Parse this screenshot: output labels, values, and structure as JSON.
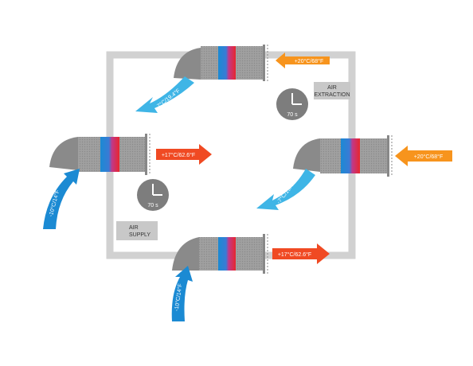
{
  "colors": {
    "duct": "#d1d1d1",
    "gray_dark": "#7d7d7d",
    "gray_mid": "#9a9a9a",
    "hot": "#f04a23",
    "warm": "#f7941d",
    "cold": "#1b8ad3",
    "cool": "#3fb5e6",
    "box": "#c8c8c8"
  },
  "labels": {
    "air_extraction_1": "AIR",
    "air_extraction_2": "EXTRACTION",
    "air_supply_1": "AIR",
    "air_supply_2": "SUPPLY",
    "timer_top": "70 s",
    "timer_left": "70 s"
  },
  "arrows": {
    "top_warm_in": "+20°C/68°F",
    "top_cool_out": "-7°C/19.4°F",
    "left_cold_in": "-10°C/14°F",
    "left_hot_out": "+17°C/62.6°F",
    "right_warm_in": "+20°C/68°F",
    "right_cool_out": "-7°C/19.4°F",
    "bottom_cold_in": "-10°C/14°F",
    "bottom_hot_out": "+17°C/62.6°F"
  }
}
